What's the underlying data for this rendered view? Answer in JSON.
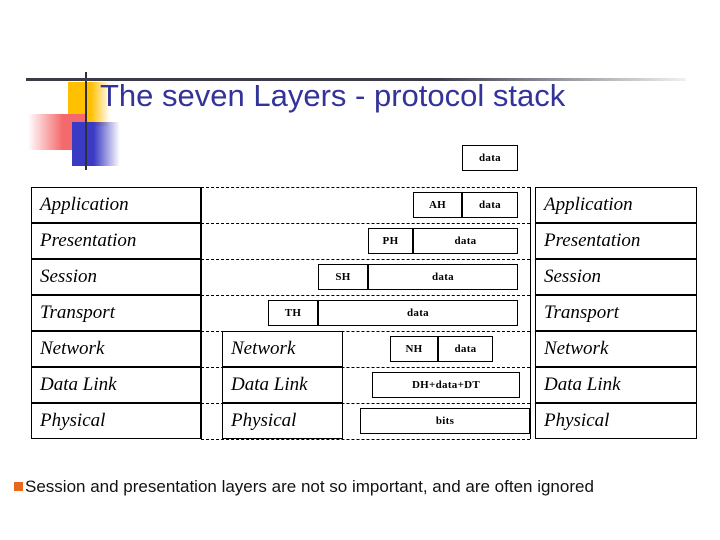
{
  "slide": {
    "title": "The seven Layers - protocol stack",
    "title_color": "#333399",
    "background": "#ffffff"
  },
  "logo": {
    "yellow": "#FFC000",
    "red": "#F4696B",
    "blue": "#3A3AC4",
    "rule": "#3a3a4a"
  },
  "top_pdu": {
    "label": "data"
  },
  "left_stack": {
    "layers": [
      {
        "label": "Application"
      },
      {
        "label": "Presentation"
      },
      {
        "label": "Session"
      },
      {
        "label": "Transport"
      },
      {
        "label": "Network"
      },
      {
        "label": "Data Link"
      },
      {
        "label": "Physical"
      }
    ]
  },
  "middle_stack": {
    "layers": [
      {
        "label": "Network"
      },
      {
        "label": "Data Link"
      },
      {
        "label": "Physical"
      }
    ]
  },
  "right_stack": {
    "layers": [
      {
        "label": "Application"
      },
      {
        "label": "Presentation"
      },
      {
        "label": "Session"
      },
      {
        "label": "Transport"
      },
      {
        "label": "Network"
      },
      {
        "label": "Data Link"
      },
      {
        "label": "Physical"
      }
    ]
  },
  "pdus": {
    "application": {
      "header": "AH",
      "payload": "data"
    },
    "presentation": {
      "header": "PH",
      "payload": "data"
    },
    "session": {
      "header": "SH",
      "payload": "data"
    },
    "transport": {
      "header": "TH",
      "payload": "data"
    },
    "network": {
      "header": "NH",
      "payload": "data"
    },
    "datalink": {
      "frame": "DH+data+DT"
    },
    "physical": {
      "bits": "bits"
    }
  },
  "footer": {
    "bullet_glyph": "square-bullet",
    "bullet_color": "#E8681C",
    "text": "Session and presentation layers are not so important, and are often ignored"
  }
}
